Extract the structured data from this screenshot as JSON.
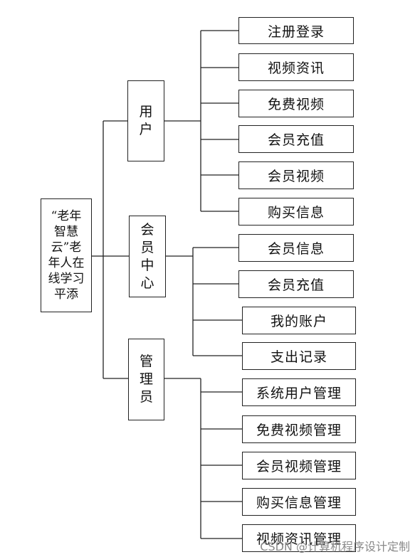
{
  "root": {
    "label": "“老年智慧云”老年人在线学习平添"
  },
  "branches": [
    {
      "label": "用户",
      "children": [
        "注册登录",
        "视频资讯",
        "免费视频",
        "会员充值",
        "会员视频",
        "购买信息"
      ]
    },
    {
      "label": "会员中心",
      "children": [
        "会员信息",
        "会员充值",
        "我的账户",
        "支出记录"
      ]
    },
    {
      "label": "管理员",
      "children": [
        "系统用户管理",
        "免费视频管理",
        "会员视频管理",
        "购买信息管理",
        "视频资讯管理"
      ]
    }
  ],
  "watermark": "CSDN @计算机程序设计定制",
  "colors": {
    "line": "#222222",
    "box_border": "#222222",
    "watermark": "#8a8a8a"
  }
}
